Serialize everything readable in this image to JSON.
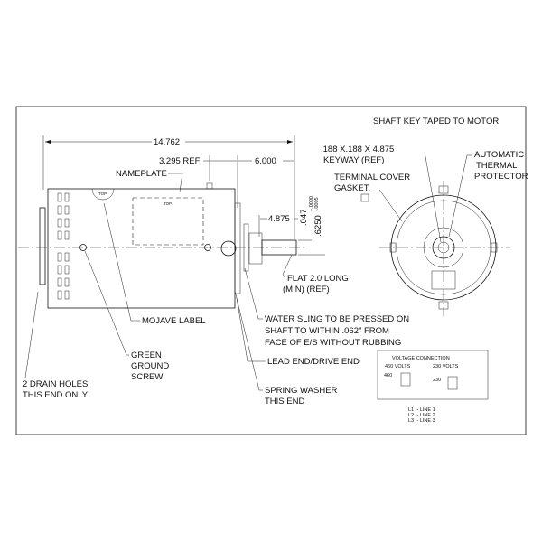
{
  "notes": {
    "shaft_key": "SHAFT KEY TAPED TO MOTOR",
    "overall_length": "14.762",
    "ref_3295": "3.295 REF",
    "dim_6000": "6.000",
    "nameplate": "NAMEPLATE",
    "top_label": "TOP",
    "dim_4875": "4.875",
    "dim_047": ".047",
    "shaft_dia": ".6250",
    "tol_plus": "+.0000",
    "tol_minus": "-.0005",
    "keyway_1": ".188 X.188 X 4.875",
    "keyway_2": "KEYWAY (REF)",
    "thermal_1": "AUTOMATIC",
    "thermal_2": "THERMAL",
    "thermal_3": "PROTECTOR",
    "terminal_1": "TERMINAL COVER",
    "terminal_2": "GASKET.",
    "flat_1": "FLAT 2.0 LONG",
    "flat_2": "(MIN) (REF)",
    "mojave": "MOJAVE LABEL",
    "sling_1": "WATER SLING TO BE PRESSED ON",
    "sling_2": "SHAFT TO WITHIN .062\" FROM",
    "sling_3": "FACE OF E/S WITHOUT RUBBING",
    "ground_1": "GREEN",
    "ground_2": "GROUND",
    "ground_3": "SCREW",
    "lead_end": "LEAD END/DRIVE END",
    "drain_1": "2 DRAIN HOLES",
    "drain_2": "THIS END ONLY",
    "washer_1": "SPRING WASHER",
    "washer_2": "THIS END"
  },
  "voltage": {
    "title": "VOLTAGE CONNECTION",
    "v460": "460 VOLTS",
    "v230": "230 VOLTS",
    "l460": "460",
    "l230": "230",
    "legend": [
      "L1 -- LINE 1",
      "L2 -- LINE 2",
      "L3 -- LINE 3"
    ]
  }
}
